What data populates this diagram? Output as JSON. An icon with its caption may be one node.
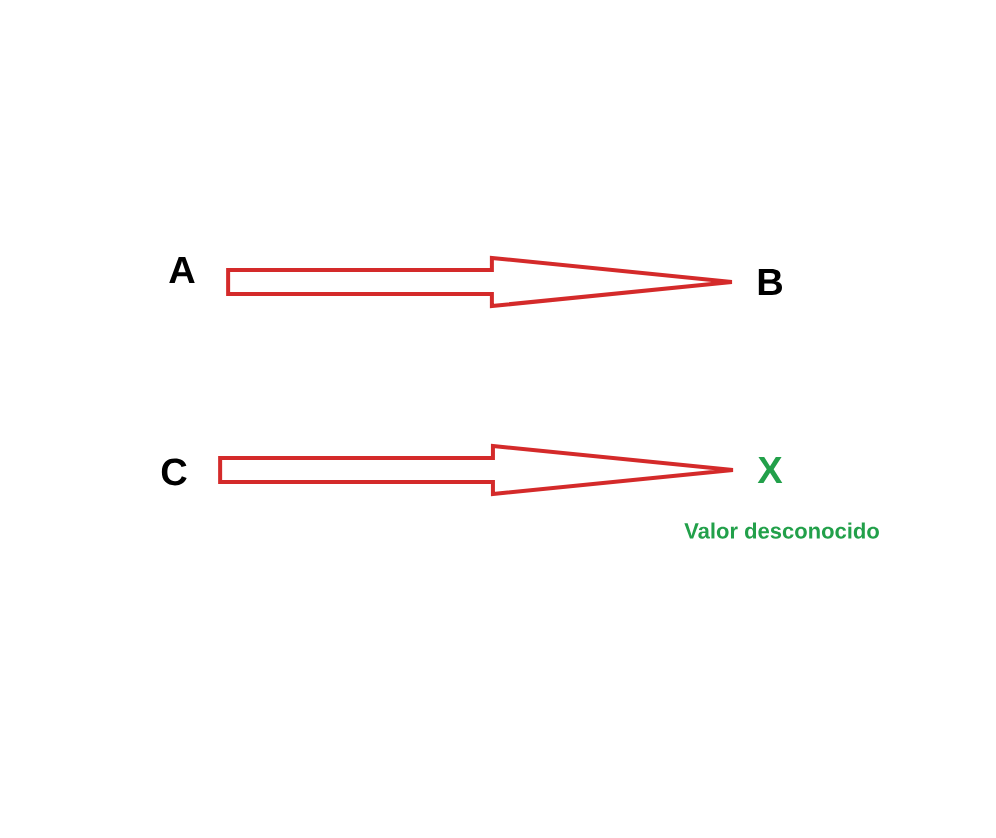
{
  "diagram": {
    "nodes": [
      {
        "text": [
          "A"
        ]
      },
      {
        "text": [
          "B"
        ]
      },
      {
        "text": [
          "C"
        ]
      },
      {
        "text": [
          "X"
        ],
        "beside": [
          "Valor desconocido"
        ]
      }
    ],
    "edges": [
      {
        "from": 0,
        "to": 1,
        "arrow": "to"
      },
      {
        "from": 2,
        "to": 3,
        "arrow": "to"
      }
    ]
  }
}
